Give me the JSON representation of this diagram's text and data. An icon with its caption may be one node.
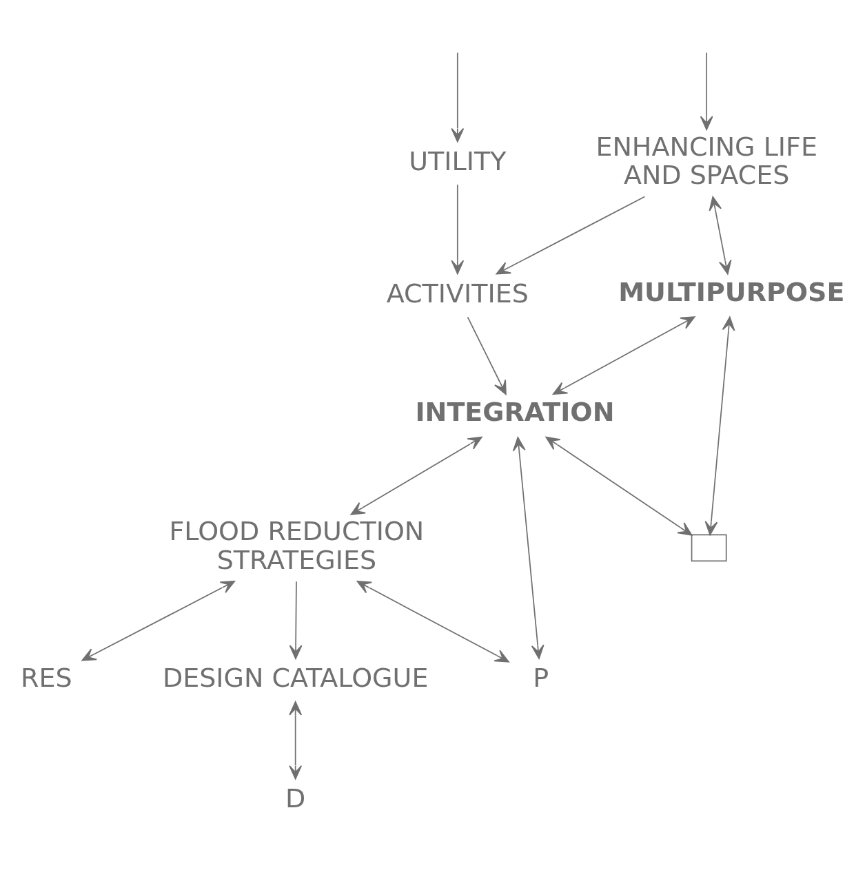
{
  "diagram": {
    "nodes": [
      {
        "text": [
          "UTILITY"
        ]
      },
      {
        "text": [
          "ENHANCING LIFE AND SPACES"
        ]
      },
      {
        "text": [
          "ACTIVITIES"
        ]
      },
      {
        "text": [
          "MULTIPURPOSE"
        ]
      },
      {
        "text": [
          "INTEGRATION"
        ]
      },
      {
        "text": [
          "P"
        ]
      },
      {
        "text": [],
        "shape": "box"
      },
      {
        "text": [
          "FLOOD REDUCTION STRATEGIES"
        ]
      },
      {
        "text": [
          "RES"
        ]
      },
      {
        "text": [
          "DESIGN CATALOGUE"
        ]
      },
      {
        "text": [
          "D"
        ]
      }
    ],
    "edges": [
      {
        "from": null,
        "to": 0,
        "arrow": "to"
      },
      {
        "from": null,
        "to": 1,
        "arrow": "to"
      },
      {
        "from": 0,
        "to": 2,
        "arrow": "to"
      },
      {
        "from": 1,
        "to": 2,
        "arrow": "to"
      },
      {
        "from": 1,
        "to": 3,
        "arrow": "both"
      },
      {
        "from": 2,
        "to": 4,
        "arrow": "to"
      },
      {
        "from": 3,
        "to": 4,
        "arrow": "both"
      },
      {
        "from": 4,
        "to": 5,
        "arrow": "both"
      },
      {
        "from": 7,
        "to": 5,
        "arrow": "both"
      },
      {
        "from": 3,
        "to": 6,
        "arrow": "both"
      },
      {
        "from": 4,
        "to": 6,
        "arrow": "both"
      },
      {
        "from": 4,
        "to": 7,
        "arrow": "both"
      },
      {
        "from": 7,
        "to": 8,
        "arrow": "both"
      },
      {
        "from": 7,
        "to": 9,
        "arrow": "to"
      },
      {
        "from": 9,
        "to": 10,
        "arrow": "both"
      }
    ]
  }
}
